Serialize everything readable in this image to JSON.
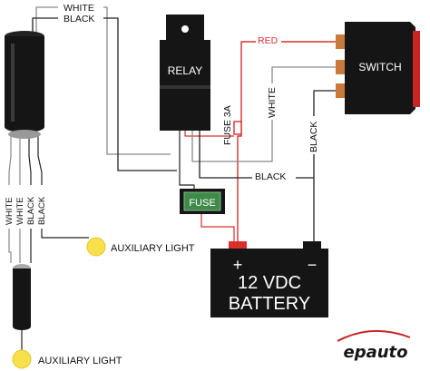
{
  "components": {
    "relay": "RELAY",
    "switch": "SWITCH",
    "fuse_box": "FUSE",
    "inline_fuse": "FUSE 3A",
    "battery_voltage": "12 VDC",
    "battery_name": "BATTERY",
    "battery_plus": "+",
    "battery_minus": "−",
    "aux_light_1": "AUXILIARY LIGHT",
    "aux_light_2": "AUXILIARY LIGHT"
  },
  "wires": {
    "white_top": "WHITE",
    "black_top": "BLACK",
    "red": "RED",
    "white_switch": "WHITE",
    "black_switch": "BLACK",
    "black_middle": "BLACK",
    "harness_white_1": "WHITE",
    "harness_white_2": "WHITE",
    "harness_black_1": "BLACK",
    "harness_black_2": "BLACK"
  },
  "brand": {
    "logo_text": "epauto"
  },
  "colors": {
    "wire_red": "#d9302a",
    "wire_gray": "#8a8a8a",
    "component_black": "#151515",
    "fuse_green": "#3f8a4a",
    "switch_red": "#c72424",
    "switch_terminal": "#c9793a",
    "light_yellow": "#f8e04a"
  }
}
